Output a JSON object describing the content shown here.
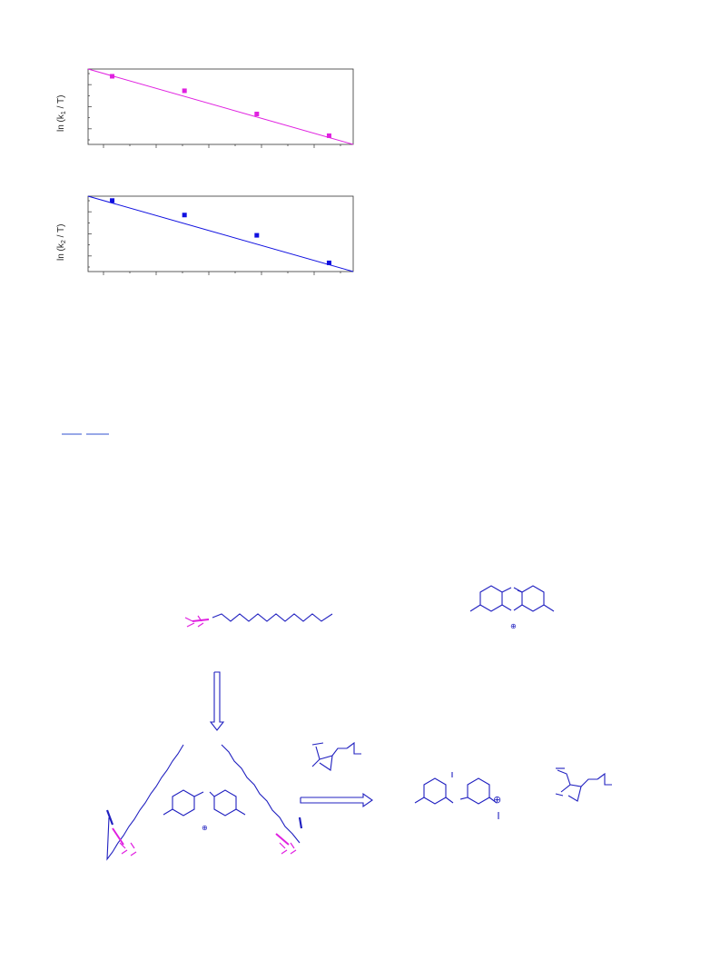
{
  "chart_data": [
    {
      "type": "scatter",
      "ylabel": "ln (k",
      "ylabel_sub": "1",
      "ylabel_tail": " / T)",
      "x": [
        1,
        4,
        7,
        10
      ],
      "y": [
        6.0,
        5.0,
        3.4,
        1.9
      ],
      "fit": {
        "x": [
          0,
          11
        ],
        "y": [
          6.5,
          1.3
        ]
      },
      "xlim": [
        0,
        11
      ],
      "ylim": [
        1.3,
        6.5
      ],
      "grid": false,
      "color": "#e020e0"
    },
    {
      "type": "scatter",
      "ylabel": "ln (k",
      "ylabel_sub": "2",
      "ylabel_tail": " / T)",
      "x": [
        1,
        4,
        7,
        10
      ],
      "y": [
        6.2,
        5.2,
        3.8,
        1.9
      ],
      "fit": {
        "x": [
          0,
          11
        ],
        "y": [
          6.5,
          1.3
        ]
      },
      "xlim": [
        0,
        11
      ],
      "ylim": [
        1.3,
        6.5
      ],
      "grid": false,
      "color": "#1010e0"
    }
  ],
  "colors": {
    "scheme_blue": "#2020c0",
    "scheme_magenta": "#e020e0",
    "link_blue": "#3050d0"
  },
  "scheme": {
    "cation_charge": "⊕"
  }
}
